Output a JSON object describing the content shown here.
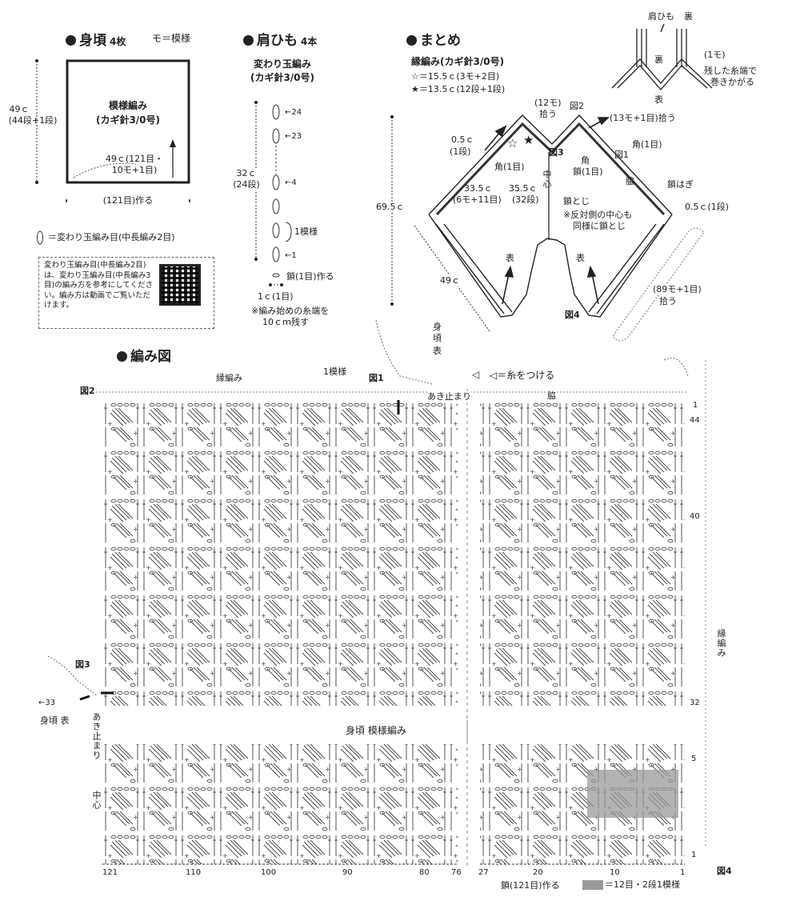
{
  "bodice": {
    "title": "身頃",
    "count": "4枚",
    "legend_mo": "モ＝模様",
    "height": "49ｃ",
    "height_rows": "(44段+1段)",
    "pattern": "模様編み",
    "hook": "(カギ針3/0号)",
    "width": "49ｃ(121目・",
    "width2": "10モ+1目)",
    "foundation": "(121目)作る"
  },
  "strap": {
    "title": "肩ひも",
    "count": "4本",
    "pattern": "変わり玉編み",
    "hook": "(カギ針3/0号)",
    "length": "32ｃ",
    "length_rows": "(24段)",
    "row_labels": [
      "←24",
      "←23",
      "←4",
      "1模様",
      "←1"
    ],
    "chain": "鎖(1目)作る",
    "width": "1ｃ(1目)",
    "note1": "※編み始めの糸端を",
    "note2": "10ｃｍ残す"
  },
  "symbol_legend": "＝変わり玉編み目(中長編み2目)",
  "note_box": "変わり玉編み目(中長編み2目)は、変わり玉編み目(中長編み3目)の編み方を参考にしてください。編み方は動画でご覧いただけます。",
  "finishing": {
    "title": "まとめ",
    "edge": "縁編み(カギ針3/0号)",
    "star_open": "☆＝15.5ｃ(3モ+2目)",
    "star_filled": "★＝13.5ｃ(12段+1段)",
    "labels": {
      "l12mo": "(12モ)",
      "hirou1": "拾う",
      "zu2": "図2",
      "pick13": "(13モ+1目)拾う",
      "half_c": "0.5ｃ",
      "one_row": "(1段)",
      "kaku1": "角(1目)",
      "zu1": "図1",
      "zu3": "図3",
      "kaku_chain1": "角",
      "kaku_chain2": "鎖(1目)",
      "kaku_left": "角(1目)",
      "center": "中心",
      "h335": "33.5ｃ",
      "h335b": "(6モ+11目)",
      "h355": "35.5ｃ",
      "h355b": "(32段)",
      "waki": "脇",
      "kusari_hagi": "鎖はぎ",
      "kusari_toji": "鎖とじ",
      "note_side1": "※反対側の中心も",
      "note_side2": "同様に鎖とじ",
      "edge_r": "0.5ｃ(1段)",
      "h695": "69.5ｃ",
      "w49": "49ｃ",
      "omote1": "表",
      "omote2": "表",
      "zu4": "図4",
      "pick89": "(89モ+1目)",
      "hirou2": "拾う"
    }
  },
  "strap_detail": {
    "strap": "肩ひも",
    "ura": "裏",
    "ura2": "裏",
    "omote": "表",
    "one_mo": "(1モ)",
    "note": "残した糸端で",
    "note2": "巻きかがる"
  },
  "chart": {
    "title": "編み図",
    "fuchi": "縁編み",
    "one_mo": "1模様",
    "zu1": "図1",
    "zu2": "図2",
    "zu3": "図3",
    "zu4": "図4",
    "mark_legend": "◁＝糸をつける",
    "aki": "あき止まり",
    "waki": "脇",
    "mi": "身",
    "goro": "頃",
    "omote": "表",
    "body_label": "身頃 模様編み",
    "left_aki": "あき止まり",
    "center": "中心",
    "body_omote": "身頃 表",
    "arrow33": "←33",
    "edge_vertical": "縁編み",
    "row_nums": [
      "1",
      "44",
      "40",
      "32",
      "5",
      "1"
    ],
    "col_nums": [
      "121",
      "110",
      "100",
      "90",
      "80",
      "76",
      "27",
      "20",
      "10",
      "1"
    ],
    "foundation": "鎖(121目)作る",
    "repeat_legend": "＝12目・2段1模様"
  }
}
